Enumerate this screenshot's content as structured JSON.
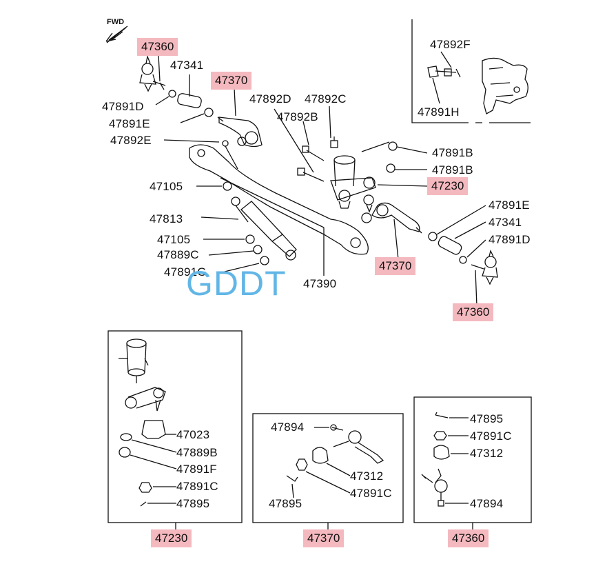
{
  "fwd_label": "FWD",
  "watermark": "GDDT",
  "highlight_color": "#f4b9bf",
  "labels": {
    "p47360_top": "47360",
    "p47341_top": "47341",
    "p47370_top": "47370",
    "p47891D_top": "47891D",
    "p47891E_top": "47891E",
    "p47892E": "47892E",
    "p47892D": "47892D",
    "p47892C": "47892C",
    "p47892B": "47892B",
    "p47892F": "47892F",
    "p47891H": "47891H",
    "p47891B_1": "47891B",
    "p47891B_2": "47891B",
    "p47230_main": "47230",
    "p47105_1": "47105",
    "p47813": "47813",
    "p47105_2": "47105",
    "p47889C": "47889C",
    "p47891G": "47891G",
    "p47390": "47390",
    "p47891E_right": "47891E",
    "p47341_right": "47341",
    "p47891D_right": "47891D",
    "p47370_mid": "47370",
    "p47360_right": "47360",
    "box1_47023": "47023",
    "box1_47889B": "47889B",
    "box1_47891F": "47891F",
    "box1_47891C": "47891C",
    "box1_47895": "47895",
    "box1_title": "47230",
    "box2_47894": "47894",
    "box2_47312": "47312",
    "box2_47891C": "47891C",
    "box2_47895": "47895",
    "box2_title": "47370",
    "box3_47895": "47895",
    "box3_47891C": "47891C",
    "box3_47312": "47312",
    "box3_47894": "47894",
    "box3_title": "47360"
  }
}
